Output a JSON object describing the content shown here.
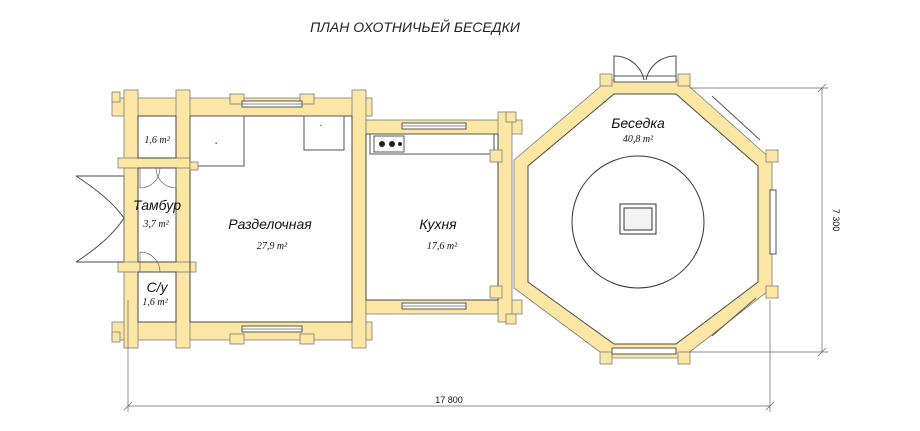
{
  "title": "ПЛАН ОХОТНИЧЬЕЙ БЕСЕДКИ",
  "rooms": {
    "tambur": {
      "name": "Тамбур",
      "area": "3,7 m²"
    },
    "wc_top": {
      "area": "1,6 m²"
    },
    "wc": {
      "name": "С/у",
      "area": "1,6 m²"
    },
    "razdelochnaya": {
      "name": "Разделочная",
      "area": "27,9 m²"
    },
    "kuhnya": {
      "name": "Кухня",
      "area": "17,6 m²"
    },
    "besedka": {
      "name": "Беседка",
      "area": "40,8 m²"
    }
  },
  "dimensions": {
    "total_length": "17 800",
    "height": "7 300"
  },
  "colors": {
    "wall": "#fbe6a3",
    "outline": "#4a4a4a",
    "mark": "#cc3333"
  }
}
